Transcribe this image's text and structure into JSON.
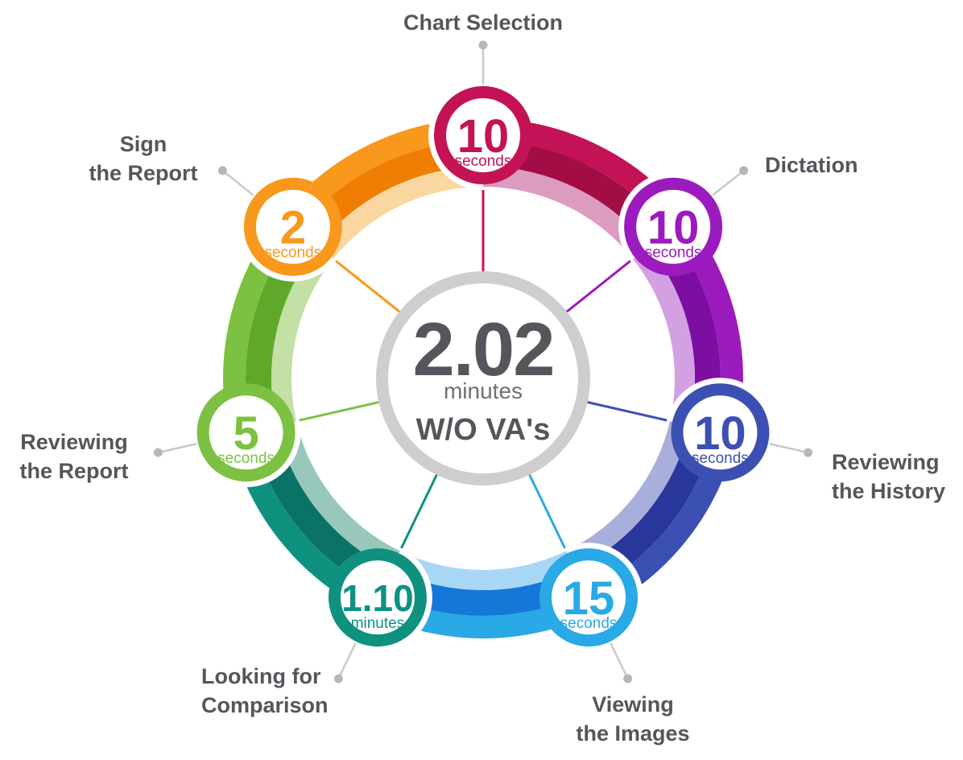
{
  "infographic": {
    "background": "#FFFFFF",
    "label_color": "#54565B",
    "connector": {
      "line_color": "#C6CBC8",
      "dot_color": "#B3BAB6"
    },
    "center": {
      "ring_color": "#CECECF",
      "value_color": "#54565B",
      "unit_color": "#6E7074"
    }
  },
  "chart_data": {
    "type": "radial-process-wheel",
    "center_total": {
      "value": "2.02",
      "unit": "minutes",
      "context": "W/O VA's"
    },
    "steps": [
      {
        "label": "Chart Selection",
        "label_lines": [
          "Chart Selection"
        ],
        "value": "10",
        "unit": "seconds",
        "duration_seconds": 10,
        "colors": {
          "main": "#C31356",
          "dark": "#A30D45",
          "light": "#DC9CBF"
        }
      },
      {
        "label": "Dictation",
        "label_lines": [
          "Dictation"
        ],
        "value": "10",
        "unit": "seconds",
        "duration_seconds": 10,
        "colors": {
          "main": "#9B1BBE",
          "dark": "#7C0FA2",
          "light": "#D3A0E2"
        }
      },
      {
        "label": "Reviewing the History",
        "label_lines": [
          "Reviewing",
          "the History"
        ],
        "value": "10",
        "unit": "seconds",
        "duration_seconds": 10,
        "colors": {
          "main": "#3C50B3",
          "dark": "#29369B",
          "light": "#A7AFDA"
        }
      },
      {
        "label": "Viewing the Images",
        "label_lines": [
          "Viewing",
          "the Images"
        ],
        "value": "15",
        "unit": "seconds",
        "duration_seconds": 15,
        "colors": {
          "main": "#29A9E6",
          "dark": "#1577D8",
          "light": "#A8D7F5"
        }
      },
      {
        "label": "Looking for Comparison",
        "label_lines": [
          "Looking for",
          "Comparison"
        ],
        "value": "1.10",
        "unit": "minutes",
        "duration_seconds": 70,
        "colors": {
          "main": "#0F9180",
          "dark": "#0A7366",
          "light": "#98C8BB"
        }
      },
      {
        "label": "Reviewing the Report",
        "label_lines": [
          "Reviewing",
          "the Report"
        ],
        "value": "5",
        "unit": "seconds",
        "duration_seconds": 5,
        "colors": {
          "main": "#7CC142",
          "dark": "#5FA82A",
          "light": "#C3E0A5"
        }
      },
      {
        "label": "Sign the Report",
        "label_lines": [
          "Sign",
          "the Report"
        ],
        "value": "2",
        "unit": "seconds",
        "duration_seconds": 2,
        "colors": {
          "main": "#F8981D",
          "dark": "#F07E04",
          "light": "#FAD7A0"
        }
      }
    ]
  }
}
